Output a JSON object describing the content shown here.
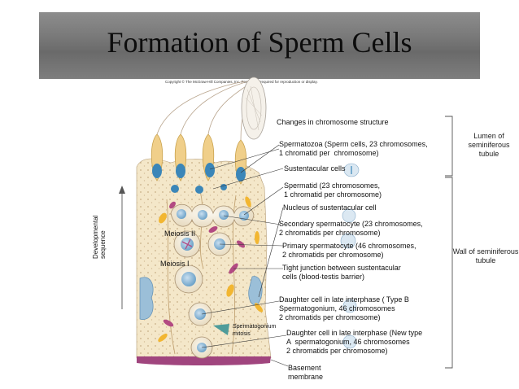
{
  "slide": {
    "title": "Formation of Sperm Cells",
    "copyright": "Copyright © The McGraw-Hill Companies, Inc. Permission required for reproduction or display."
  },
  "axis": {
    "developmental_sequence": "Developmental\nsequence"
  },
  "stages": {
    "meiosis_ii": "Meiosis II",
    "meiosis_i": "Meiosis I",
    "spermatogonium_mitosis": "Spermatogonium\nmitosis"
  },
  "labels": {
    "heading": "Changes in chromosome structure",
    "spermatozoa": "Spermatozoa (Sperm cells, 23 chromosomes,\n1 chromatid per  chromosome)",
    "sustentacular": "Sustentacular cells",
    "spermatid": "Spermatid (23 chromosomes,\n1 chromatid per chromosome)",
    "nucleus_sustentacular": "Nucleus of sustentacular cell",
    "secondary": "Secondary spermatocyte (23 chromosomes,\n2 chromatids per chromosome)",
    "primary": "Primary spermatocyte (46 chromosomes,\n2 chromatids per chromosome)",
    "tight_junction": "Tight junction between sustentacular\ncells (blood-testis barrier)",
    "daughter_b": "Daughter cell in late interphase ( Type B\nSpermatogonium, 46 chromosomes\n2 chromatids per chromosome)",
    "daughter_new": "Daughter cell in late interphase (New type\nA  spermatogonium, 46 chromosomes\n2 chromatids per chromosome)",
    "basement": "Basement\nmembrane"
  },
  "brackets": {
    "lumen": "Lumen of\nseminiferous\ntubule",
    "wall": "Wall of seminiferous\ntubule"
  },
  "colors": {
    "tissue": "#f4e7c9",
    "membrane": "#a0457e",
    "sperm_head": "#3b86b8",
    "sperm_body": "#f0cf8a",
    "nucleus": "#9bbfd8",
    "yellow_bodies": "#f2b631",
    "purple_bodies": "#b24a82"
  }
}
